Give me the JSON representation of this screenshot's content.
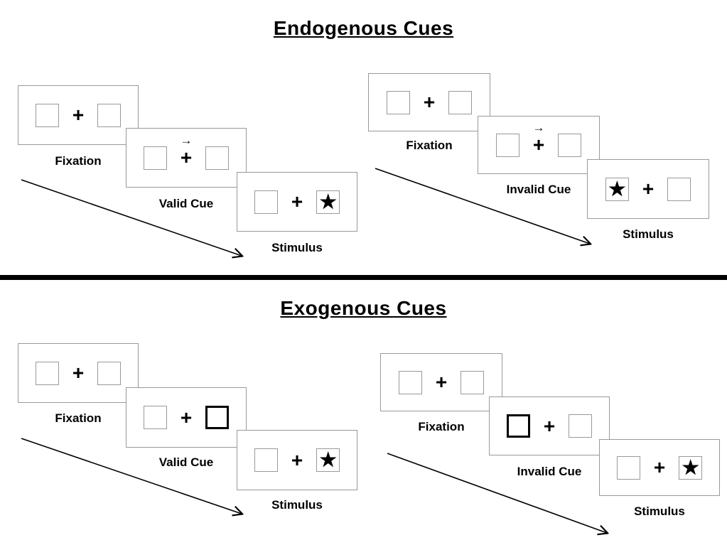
{
  "sections": [
    {
      "title": "Endogenous Cues",
      "sequences": [
        {
          "name": "valid",
          "panels": [
            {
              "label": "Fixation"
            },
            {
              "label": "Valid Cue"
            },
            {
              "label": "Stimulus"
            }
          ]
        },
        {
          "name": "invalid",
          "panels": [
            {
              "label": "Fixation"
            },
            {
              "label": "Invalid Cue"
            },
            {
              "label": "Stimulus"
            }
          ]
        }
      ]
    },
    {
      "title": "Exogenous Cues",
      "sequences": [
        {
          "name": "valid",
          "panels": [
            {
              "label": "Fixation"
            },
            {
              "label": "Valid Cue"
            },
            {
              "label": "Stimulus"
            }
          ]
        },
        {
          "name": "invalid",
          "panels": [
            {
              "label": "Fixation"
            },
            {
              "label": "Invalid Cue"
            },
            {
              "label": "Stimulus"
            }
          ]
        }
      ]
    }
  ],
  "glyphs": {
    "plus": "+",
    "star": "★",
    "cue_arrow": "→"
  },
  "colors": {
    "ink": "#000000",
    "box_border": "#999999",
    "background": "#ffffff"
  }
}
